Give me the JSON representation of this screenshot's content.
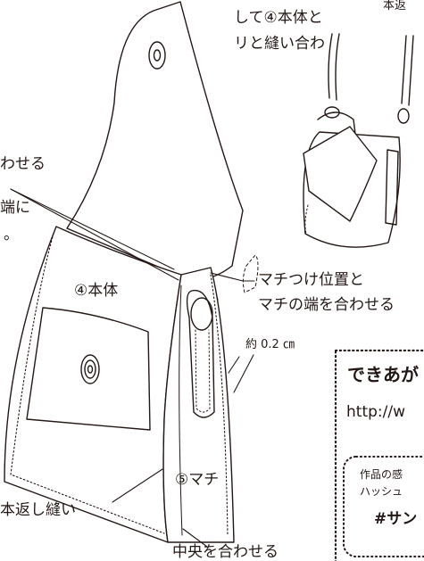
{
  "instruction": {
    "line1": "して④本体と",
    "line2": "リと縫い合わ"
  },
  "fragments": {
    "top_right": "本返",
    "left_mid": "わせる",
    "left_lower": "端に",
    "left_dot": "。"
  },
  "labels": {
    "body": "④本体",
    "gusset": "⑤マチ",
    "gusset_position_line1": "マチつけ位置と",
    "gusset_position_line2": "マチの端を合わせる",
    "seam_allowance": "約 0.2 ㎝",
    "backstitch": "本返し縫い",
    "align_center": "中央を合わせる"
  },
  "completed_box": {
    "title": "できあが",
    "url": "http://w",
    "note_line1": "作品の感",
    "note_line2": "ハッシュ",
    "hashtag": "#サン"
  },
  "colors": {
    "ink": "#231815",
    "background": "#ffffff"
  }
}
